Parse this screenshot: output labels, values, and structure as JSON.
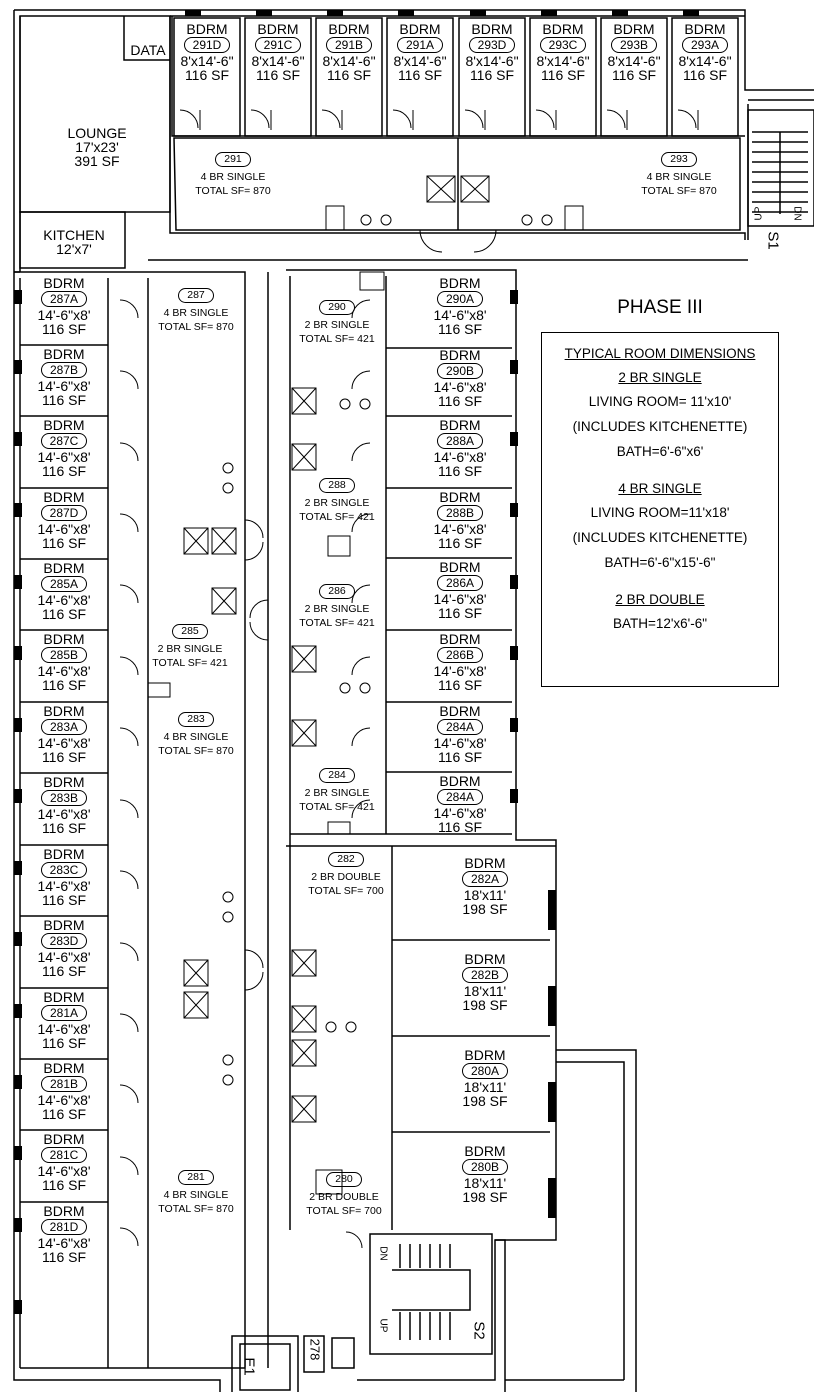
{
  "phase_title": "PHASE III",
  "legend": {
    "heading": "TYPICAL ROOM DIMENSIONS",
    "sections": [
      {
        "title": "2 BR SINGLE",
        "lines": [
          "LIVING ROOM= 11'x10'",
          "(INCLUDES KITCHENETTE)",
          "BATH=6'-6\"x6'"
        ]
      },
      {
        "title": "4 BR SINGLE",
        "lines": [
          "LIVING ROOM=11'x18'",
          "(INCLUDES KITCHENETTE)",
          "BATH=6'-6\"x15'-6\""
        ]
      },
      {
        "title": "2 BR DOUBLE",
        "lines": [
          "BATH=12'x6'-6\""
        ]
      }
    ]
  },
  "common": {
    "lounge": {
      "name": "LOUNGE",
      "dim": "17'x23'",
      "area": "391 SF"
    },
    "data": "DATA",
    "kitchen": {
      "name": "KITCHEN",
      "dim": "12'x7'"
    },
    "stair1": "S1",
    "stair2": "S2",
    "elevator": "E1",
    "up": "UP",
    "dn": "DN",
    "room_278": "278"
  },
  "bedrooms": [
    {
      "label": "BDRM",
      "id": "291D",
      "dim": "8'x14'-6\"",
      "area": "116 SF"
    },
    {
      "label": "BDRM",
      "id": "291C",
      "dim": "8'x14'-6\"",
      "area": "116 SF"
    },
    {
      "label": "BDRM",
      "id": "291B",
      "dim": "8'x14'-6\"",
      "area": "116 SF"
    },
    {
      "label": "BDRM",
      "id": "291A",
      "dim": "8'x14'-6\"",
      "area": "116 SF"
    },
    {
      "label": "BDRM",
      "id": "293D",
      "dim": "8'x14'-6\"",
      "area": "116 SF"
    },
    {
      "label": "BDRM",
      "id": "293C",
      "dim": "8'x14'-6\"",
      "area": "116 SF"
    },
    {
      "label": "BDRM",
      "id": "293B",
      "dim": "8'x14'-6\"",
      "area": "116 SF"
    },
    {
      "label": "BDRM",
      "id": "293A",
      "dim": "8'x14'-6\"",
      "area": "116 SF"
    },
    {
      "label": "BDRM",
      "id": "287A",
      "dim": "14'-6\"x8'",
      "area": "116 SF"
    },
    {
      "label": "BDRM",
      "id": "287B",
      "dim": "14'-6\"x8'",
      "area": "116 SF"
    },
    {
      "label": "BDRM",
      "id": "287C",
      "dim": "14'-6\"x8'",
      "area": "116 SF"
    },
    {
      "label": "BDRM",
      "id": "287D",
      "dim": "14'-6\"x8'",
      "area": "116 SF"
    },
    {
      "label": "BDRM",
      "id": "285A",
      "dim": "14'-6\"x8'",
      "area": "116 SF"
    },
    {
      "label": "BDRM",
      "id": "285B",
      "dim": "14'-6\"x8'",
      "area": "116 SF"
    },
    {
      "label": "BDRM",
      "id": "283A",
      "dim": "14'-6\"x8'",
      "area": "116 SF"
    },
    {
      "label": "BDRM",
      "id": "283B",
      "dim": "14'-6\"x8'",
      "area": "116 SF"
    },
    {
      "label": "BDRM",
      "id": "283C",
      "dim": "14'-6\"x8'",
      "area": "116 SF"
    },
    {
      "label": "BDRM",
      "id": "283D",
      "dim": "14'-6\"x8'",
      "area": "116 SF"
    },
    {
      "label": "BDRM",
      "id": "281A",
      "dim": "14'-6\"x8'",
      "area": "116 SF"
    },
    {
      "label": "BDRM",
      "id": "281B",
      "dim": "14'-6\"x8'",
      "area": "116 SF"
    },
    {
      "label": "BDRM",
      "id": "281C",
      "dim": "14'-6\"x8'",
      "area": "116 SF"
    },
    {
      "label": "BDRM",
      "id": "281D",
      "dim": "14'-6\"x8'",
      "area": "116 SF"
    },
    {
      "label": "BDRM",
      "id": "290A",
      "dim": "14'-6\"x8'",
      "area": "116 SF"
    },
    {
      "label": "BDRM",
      "id": "290B",
      "dim": "14'-6\"x8'",
      "area": "116 SF"
    },
    {
      "label": "BDRM",
      "id": "288A",
      "dim": "14'-6\"x8'",
      "area": "116 SF"
    },
    {
      "label": "BDRM",
      "id": "288B",
      "dim": "14'-6\"x8'",
      "area": "116 SF"
    },
    {
      "label": "BDRM",
      "id": "286A",
      "dim": "14'-6\"x8'",
      "area": "116 SF"
    },
    {
      "label": "BDRM",
      "id": "286B",
      "dim": "14'-6\"x8'",
      "area": "116 SF"
    },
    {
      "label": "BDRM",
      "id": "284A",
      "dim": "14'-6\"x8'",
      "area": "116 SF"
    },
    {
      "label": "BDRM",
      "id": "284A",
      "dim": "14'-6\"x8'",
      "area": "116 SF"
    },
    {
      "label": "BDRM",
      "id": "282A",
      "dim": "18'x11'",
      "area": "198 SF"
    },
    {
      "label": "BDRM",
      "id": "282B",
      "dim": "18'x11'",
      "area": "198 SF"
    },
    {
      "label": "BDRM",
      "id": "280A",
      "dim": "18'x11'",
      "area": "198 SF"
    },
    {
      "label": "BDRM",
      "id": "280B",
      "dim": "18'x11'",
      "area": "198 SF"
    }
  ],
  "suites": [
    {
      "id": "291",
      "type": "4 BR SINGLE",
      "total": "TOTAL SF= 870"
    },
    {
      "id": "293",
      "type": "4 BR SINGLE",
      "total": "TOTAL SF= 870"
    },
    {
      "id": "287",
      "type": "4 BR SINGLE",
      "total": "TOTAL SF= 870"
    },
    {
      "id": "285",
      "type": "2 BR SINGLE",
      "total": "TOTAL SF= 421"
    },
    {
      "id": "283",
      "type": "4 BR SINGLE",
      "total": "TOTAL SF= 870"
    },
    {
      "id": "281",
      "type": "4 BR SINGLE",
      "total": "TOTAL SF= 870"
    },
    {
      "id": "290",
      "type": "2 BR SINGLE",
      "total": "TOTAL SF= 421"
    },
    {
      "id": "288",
      "type": "2 BR SINGLE",
      "total": "TOTAL SF= 421"
    },
    {
      "id": "286",
      "type": "2 BR SINGLE",
      "total": "TOTAL SF= 421"
    },
    {
      "id": "284",
      "type": "2 BR SINGLE",
      "total": "TOTAL SF= 421"
    },
    {
      "id": "282",
      "type": "2 BR DOUBLE",
      "total": "TOTAL SF= 700"
    },
    {
      "id": "280",
      "type": "2 BR DOUBLE",
      "total": "TOTAL SF= 700"
    }
  ]
}
